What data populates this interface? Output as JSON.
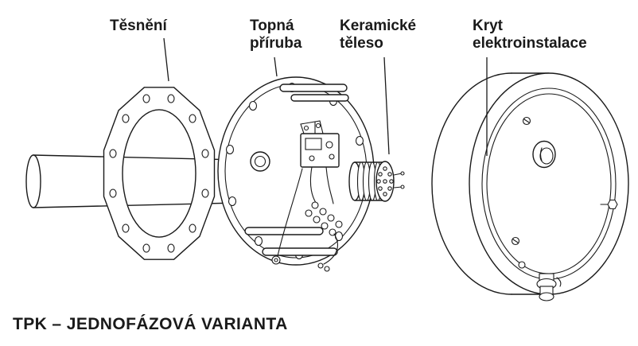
{
  "labels": {
    "gasket": {
      "text": "Těsnění"
    },
    "flange": {
      "text": "Topná\npříruba"
    },
    "ceramic": {
      "text": "Keramické\ntěleso"
    },
    "cover": {
      "text": "Kryt\nelektroinstalace"
    }
  },
  "caption": "TPK – JEDNOFÁZOVÁ VARIANTA",
  "parts": {
    "gasket": "gasket-seal",
    "flange": "heating-flange",
    "ceramic": "ceramic-heating-element",
    "cover": "electrical-installation-cover"
  },
  "colors": {
    "line": "#1a1a1a",
    "background": "#ffffff",
    "text": "#1a1a1a"
  }
}
